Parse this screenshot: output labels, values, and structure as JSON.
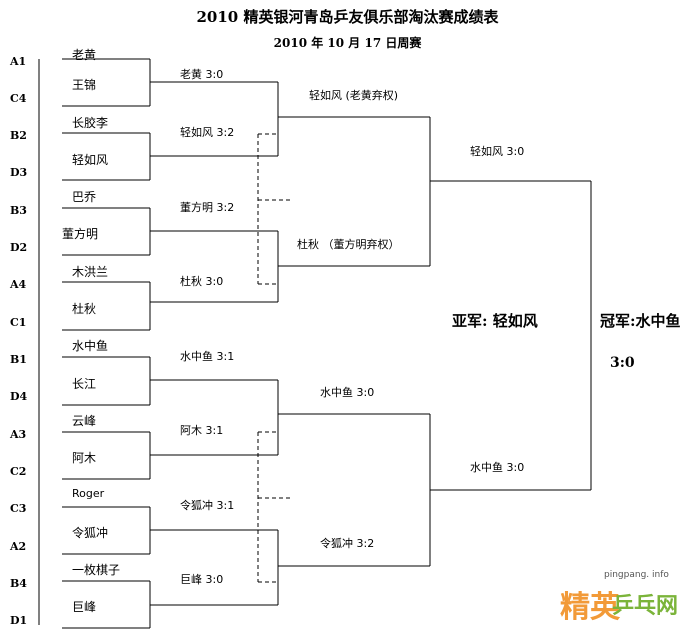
{
  "header": {
    "title": "2010 精英银河青岛乒友俱乐部淘汰赛成绩表",
    "subtitle": "2010 年 10 月 17 日周赛"
  },
  "seeds": [
    "A1",
    "C4",
    "B2",
    "D3",
    "B3",
    "D2",
    "A4",
    "C1",
    "B1",
    "D4",
    "A3",
    "C2",
    "C3",
    "A2",
    "B4",
    "D1"
  ],
  "players": [
    "老黄",
    "王锦",
    "长胶李",
    "轻如风",
    "巴乔",
    "董方明",
    "木洪兰",
    "杜秋",
    "水中鱼",
    "长江",
    "云峰",
    "阿木",
    "Roger",
    "令狐冲",
    "一枚棋子",
    "巨峰"
  ],
  "round1": [
    "老黄 3:0",
    "轻如风 3:2",
    "董方明 3:2",
    "杜秋 3:0",
    "水中鱼 3:1",
    "阿木 3:1",
    "令狐冲 3:1",
    "巨峰 3:0"
  ],
  "round2": [
    "轻如风 (老黄弃权)",
    "杜秋 （董方明弃权）",
    "水中鱼 3:0",
    "令狐冲 3:2"
  ],
  "semis": [
    "轻如风 3:0",
    "水中鱼 3:0"
  ],
  "final": {
    "runner_up": "亚军: 轻如风",
    "champion": "冠军:水中鱼",
    "score": "3:0"
  },
  "logo": {
    "url": "pingpang. info",
    "text_a": "精英",
    "text_b": "乒乓网"
  }
}
